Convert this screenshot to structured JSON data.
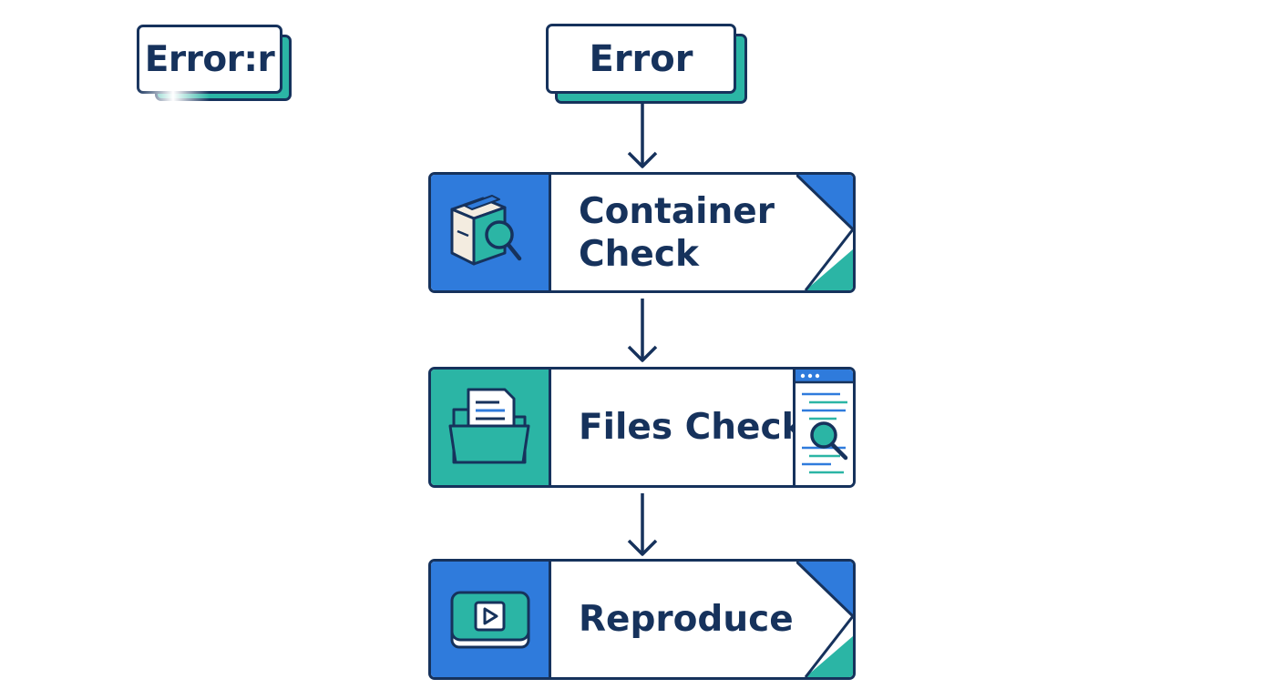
{
  "badge": {
    "label": "Error:r"
  },
  "start": {
    "label": "Error"
  },
  "steps": [
    {
      "line1": "Container",
      "line2": "Check",
      "icon": "container-search-icon",
      "color": "#2f7bdc"
    },
    {
      "line1": "Files Check",
      "line2": "",
      "icon": "folder-document-icon",
      "color": "#2bb5a5"
    },
    {
      "line1": "Reproduce",
      "line2": "",
      "icon": "play-video-icon",
      "color": "#2f7bdc"
    }
  ],
  "colors": {
    "navy": "#16325c",
    "blue": "#2f7bdc",
    "teal": "#2bb5a5",
    "white": "#ffffff"
  }
}
